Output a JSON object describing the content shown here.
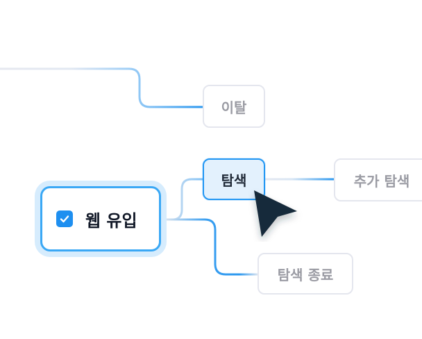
{
  "colors": {
    "accent": "#2196f3",
    "root_border": "#3aa8f5",
    "root_glow": "#d6ecfd",
    "hover_fill": "#e3f1fd",
    "muted_border": "#e4e6ee",
    "muted_text": "#9a9ba3",
    "cursor": "#172a3a"
  },
  "nodes": {
    "root": {
      "label": "웹 유입",
      "checked": true,
      "icon": "checkbox-checked-icon"
    },
    "churn": {
      "label": "이탈"
    },
    "search": {
      "label": "탐색",
      "state": "hovered"
    },
    "more_search": {
      "label": "추가 탐색"
    },
    "search_end": {
      "label": "탐색 종료"
    }
  },
  "cursor": {
    "icon": "mouse-pointer-icon"
  }
}
